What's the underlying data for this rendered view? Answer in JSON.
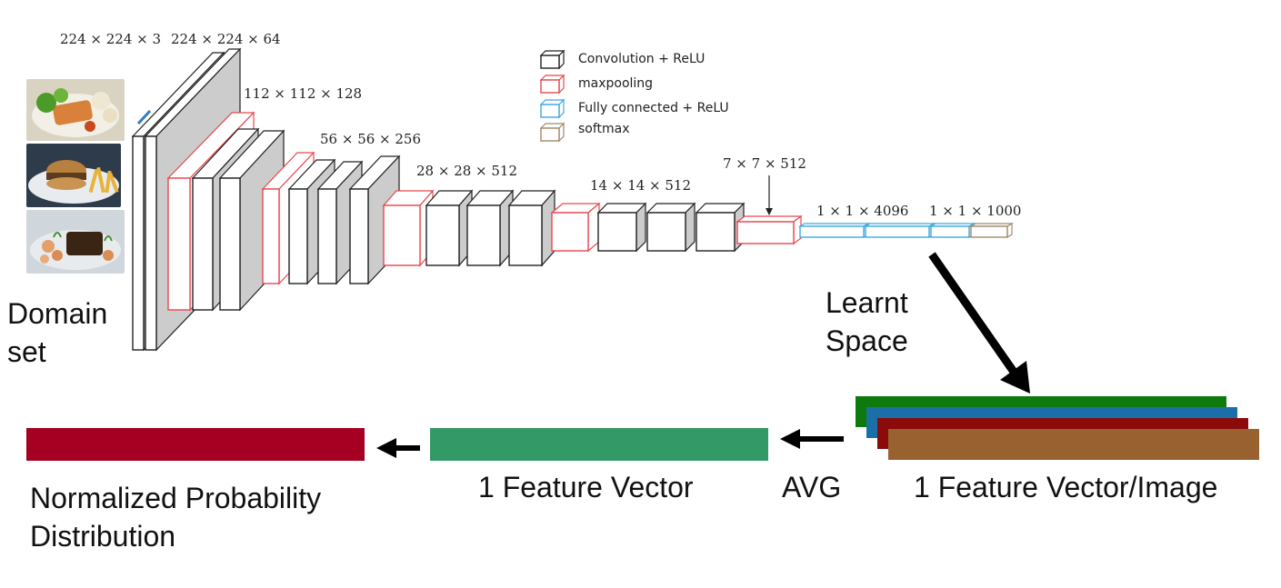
{
  "cnn": {
    "input_dim": "224 × 224 × 3",
    "dims": [
      "224 × 224 × 64",
      "112 × 112 × 128",
      "56 × 56 × 256",
      "28 × 28 × 512",
      "14 × 14 × 512",
      "7 × 7 × 512",
      "1 × 1 × 4096",
      "1 × 1 × 1000"
    ]
  },
  "legend": [
    {
      "label": "Convolution + ReLU",
      "color": "#222222"
    },
    {
      "label": "maxpooling",
      "color": "#e8474f"
    },
    {
      "label": "Fully connected + ReLU",
      "color": "#3fa9e0"
    },
    {
      "label": "softmax",
      "color": "#a08a6a"
    }
  ],
  "labels": {
    "domain_line1": "Domain",
    "domain_line2": "set",
    "learnt_line1": "Learnt",
    "learnt_line2": "Space",
    "feature_per_image": "1 Feature Vector/Image",
    "avg": "AVG",
    "feature_vector": "1 Feature Vector",
    "npd_line1": "Normalized Probability",
    "npd_line2": "Distribution"
  },
  "colors": {
    "probability_bar": "#a50021",
    "feature_vector_bar": "#339966",
    "stack_green": "#0e7a0e",
    "stack_blue": "#1a6fa8",
    "stack_red": "#8b0b0b",
    "stack_brown": "#9a6130",
    "conv_side": "#cccccc",
    "pool_edge": "#e8474f",
    "fc_edge": "#3fa9e0",
    "softmax_edge": "#a08a6a"
  },
  "images": [
    {
      "name": "salmon-vegetables-photo"
    },
    {
      "name": "burger-fries-photo"
    },
    {
      "name": "steak-plate-photo"
    }
  ]
}
